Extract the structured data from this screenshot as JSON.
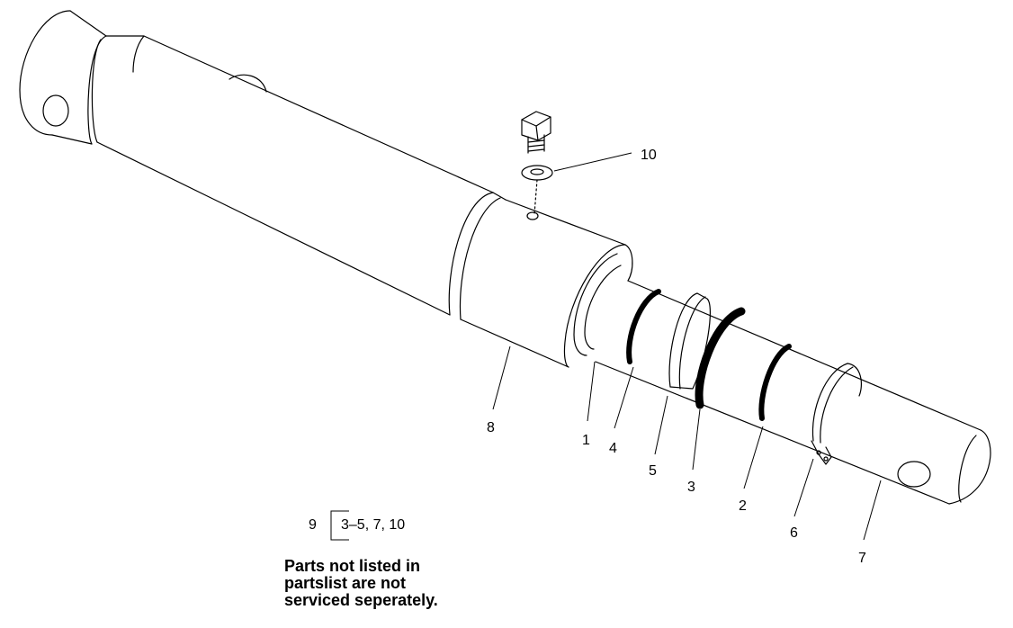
{
  "callouts": {
    "c1": "1",
    "c2": "2",
    "c3": "3",
    "c4": "4",
    "c5": "5",
    "c6": "6",
    "c7": "7",
    "c8": "8",
    "c10": "10"
  },
  "kit": {
    "number": "9",
    "contents": "3–5, 7, 10"
  },
  "note": {
    "line1": "Parts not listed in",
    "line2": "partslist are not",
    "line3": "serviced seperately."
  }
}
